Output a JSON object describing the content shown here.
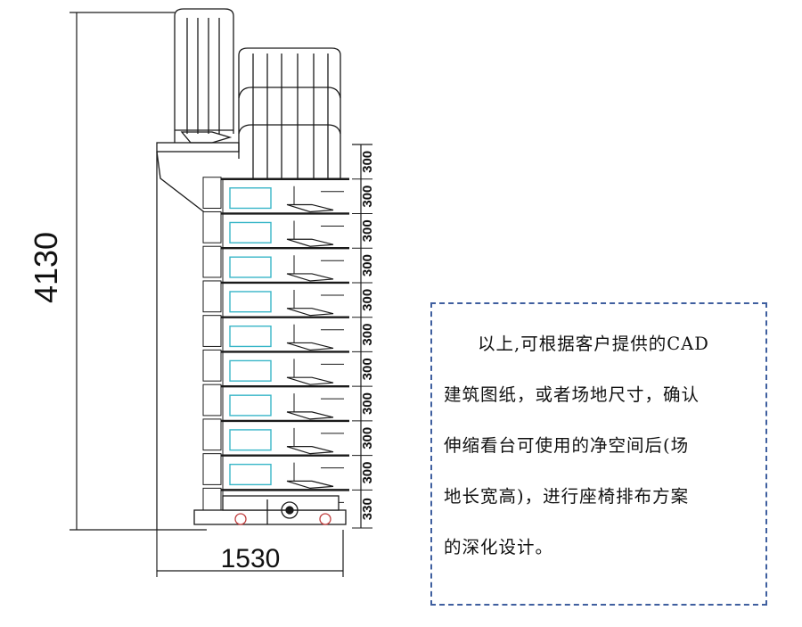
{
  "dimensions": {
    "height_total": "4130",
    "width_total": "1530",
    "step_rises": [
      "300",
      "300",
      "300",
      "300",
      "300",
      "300",
      "300",
      "300",
      "300",
      "300",
      "330"
    ]
  },
  "description": {
    "lines": [
      "以上,可根据客户提供的CAD",
      "建筑图纸，或者场地尺寸，确认",
      "伸缩看台可使用的净空间后(场",
      "地长宽高)，进行座椅排布方案",
      "的深化设计。"
    ]
  },
  "colors": {
    "line": "#1a1a1a",
    "seat_outline": "#39b6c8",
    "note_border": "#3f5f9f"
  }
}
